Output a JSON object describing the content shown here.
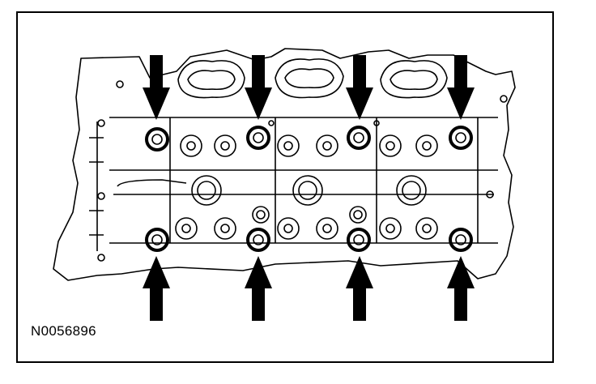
{
  "figure": {
    "id_label": "N0056896"
  },
  "colors": {
    "line": "#000000",
    "background": "#ffffff"
  },
  "callouts": {
    "arrow_count": 8,
    "upper_row_bolts": 4,
    "lower_row_bolts": 4
  }
}
